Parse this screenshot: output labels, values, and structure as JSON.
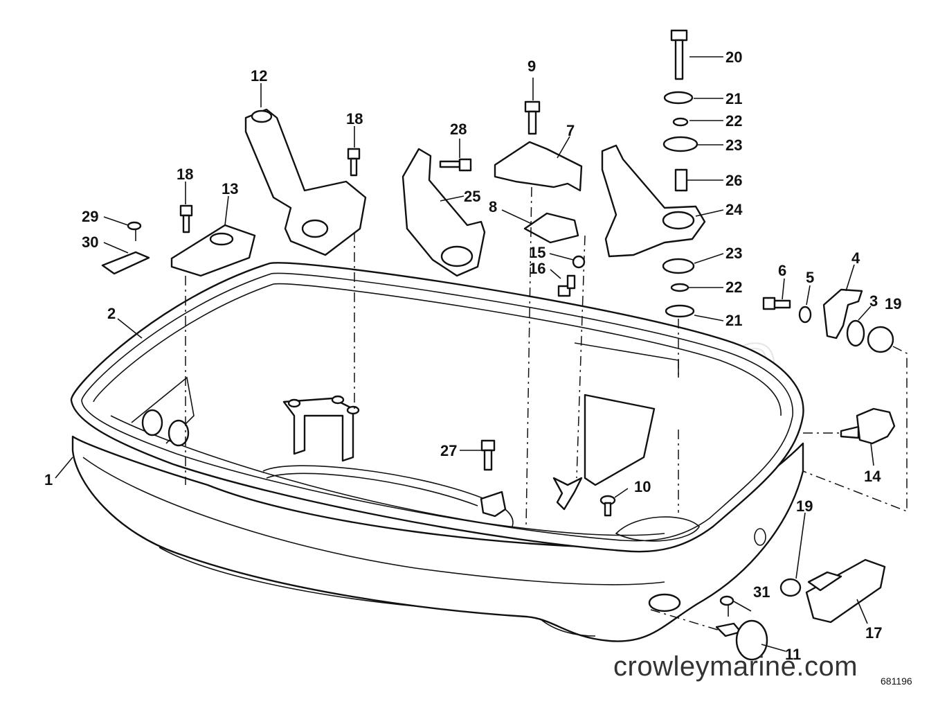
{
  "watermark": "Crowley Marine",
  "footer": {
    "brand": "crowleymarine.com",
    "figure_number": "681196"
  },
  "callouts": [
    {
      "id": "c1",
      "label": "1"
    },
    {
      "id": "c2",
      "label": "2"
    },
    {
      "id": "c3",
      "label": "3"
    },
    {
      "id": "c4",
      "label": "4"
    },
    {
      "id": "c5",
      "label": "5"
    },
    {
      "id": "c6",
      "label": "6"
    },
    {
      "id": "c7",
      "label": "7"
    },
    {
      "id": "c8",
      "label": "8"
    },
    {
      "id": "c9",
      "label": "9"
    },
    {
      "id": "c10",
      "label": "10"
    },
    {
      "id": "c11",
      "label": "11"
    },
    {
      "id": "c12",
      "label": "12"
    },
    {
      "id": "c13",
      "label": "13"
    },
    {
      "id": "c14",
      "label": "14"
    },
    {
      "id": "c15",
      "label": "15"
    },
    {
      "id": "c16",
      "label": "16"
    },
    {
      "id": "c17",
      "label": "17"
    },
    {
      "id": "c18a",
      "label": "18"
    },
    {
      "id": "c18b",
      "label": "18"
    },
    {
      "id": "c19a",
      "label": "19"
    },
    {
      "id": "c19b",
      "label": "19"
    },
    {
      "id": "c20",
      "label": "20"
    },
    {
      "id": "c21a",
      "label": "21"
    },
    {
      "id": "c21b",
      "label": "21"
    },
    {
      "id": "c22a",
      "label": "22"
    },
    {
      "id": "c22b",
      "label": "22"
    },
    {
      "id": "c23a",
      "label": "23"
    },
    {
      "id": "c23b",
      "label": "23"
    },
    {
      "id": "c24",
      "label": "24"
    },
    {
      "id": "c25",
      "label": "25"
    },
    {
      "id": "c26",
      "label": "26"
    },
    {
      "id": "c27",
      "label": "27"
    },
    {
      "id": "c28",
      "label": "28"
    },
    {
      "id": "c29",
      "label": "29"
    },
    {
      "id": "c30",
      "label": "30"
    },
    {
      "id": "c31",
      "label": "31"
    }
  ]
}
